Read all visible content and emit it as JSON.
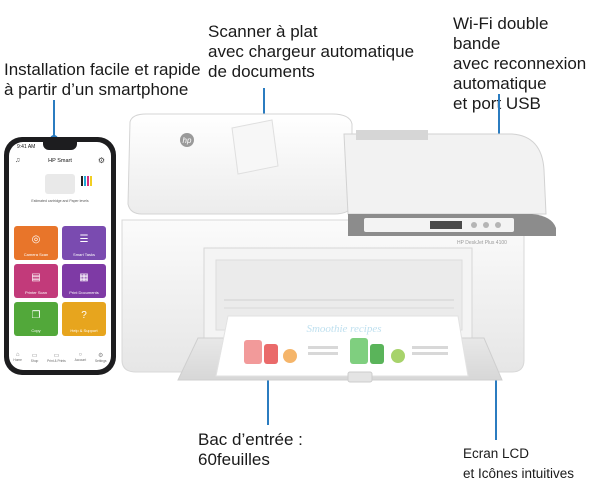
{
  "callouts": {
    "phone_setup": "Installation facile et rapide\nà partir d’un smartphone",
    "scanner": "Scanner à plat\navec chargeur automatique\nde documents",
    "wifi": "Wi-Fi double bande\navec reconnexion\nautomatique\net port USB",
    "input_tray": "Bac d’entrée :\n60feuilles",
    "lcd": "Ecran LCD\net Icônes intuitives"
  },
  "phone": {
    "time": "9:41 AM",
    "app_title": "HP Smart",
    "printer_caption": "Estimated cartridge and Paper levels",
    "tiles": [
      {
        "label": "Camera Scan",
        "icon": "camera-icon",
        "glyph": "◎",
        "color": "#e8752a"
      },
      {
        "label": "Smart Tasks",
        "icon": "tasks-icon",
        "glyph": "☰",
        "color": "#7a4bb0"
      },
      {
        "label": "Printer Scan",
        "icon": "scan-icon",
        "glyph": "▤",
        "color": "#c23a7a"
      },
      {
        "label": "Print Documents",
        "icon": "document-icon",
        "glyph": "▦",
        "color": "#7e3aa5"
      },
      {
        "label": "Copy",
        "icon": "copy-icon",
        "glyph": "❐",
        "color": "#52a83a"
      },
      {
        "label": "Help & Support",
        "icon": "help-icon",
        "glyph": "?",
        "color": "#e7a51e"
      }
    ],
    "nav": [
      {
        "label": "Home",
        "icon": "home-icon",
        "glyph": "⌂"
      },
      {
        "label": "Shop",
        "icon": "shop-icon",
        "glyph": "▭"
      },
      {
        "label": "Print & Prints",
        "icon": "print-icon",
        "glyph": "▭"
      },
      {
        "label": "Account",
        "icon": "account-icon",
        "glyph": "○"
      },
      {
        "label": "Settings",
        "icon": "settings-icon",
        "glyph": "⚙"
      }
    ]
  },
  "printer": {
    "model_label": "HP DeskJet Plus 4100",
    "brand": "hp",
    "paper_heading": "Smoothie recipes"
  },
  "colors": {
    "accent": "#2b7cc0"
  }
}
